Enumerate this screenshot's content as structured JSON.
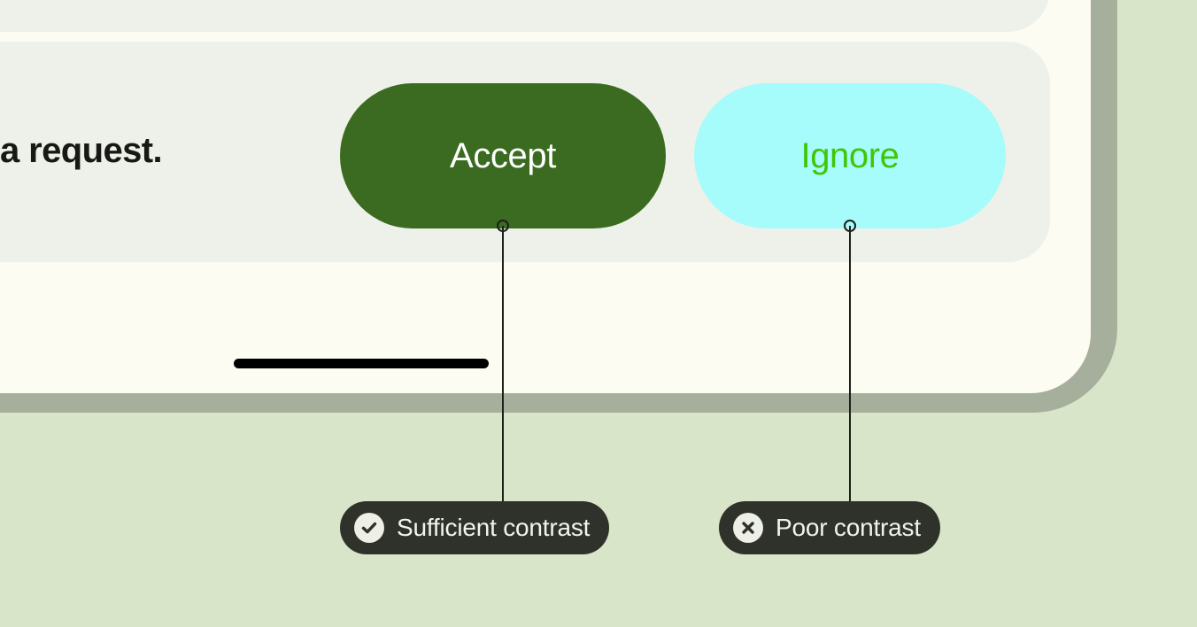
{
  "page": {
    "background_color": "#D9E5C8",
    "kind": "accessibility-contrast-annotation-diagram"
  },
  "device": {
    "bezel_color": "#A6AF9C",
    "screen_color": "#FCFCF3",
    "card_color": "#EEF1E9"
  },
  "screen": {
    "cards": [
      {
        "name": "partial-card-above",
        "label": ""
      },
      {
        "name": "notification-row-card",
        "label": ""
      }
    ],
    "row": {
      "text": "a request.",
      "text_color": "#171A14"
    },
    "buttons": [
      {
        "name": "accept",
        "label": "Accept",
        "background_color": "#3A6B20",
        "text_color": "#FFFFFF"
      },
      {
        "name": "ignore",
        "label": "Ignore",
        "background_color": "#A6FBFB",
        "text_color": "#3FC707"
      }
    ],
    "home_indicator": {
      "color": "#000000"
    }
  },
  "annotations": [
    {
      "name": "sufficient-contrast",
      "label": "Sufficient contrast",
      "icon": "check-circle-icon",
      "target": "Accept",
      "pill_color": "#2F322B",
      "text_color": "#F2F3EC",
      "icon_bg_color": "#EEEFE6"
    },
    {
      "name": "poor-contrast",
      "label": "Poor contrast",
      "icon": "x-circle-icon",
      "target": "Ignore",
      "pill_color": "#2F322B",
      "text_color": "#F2F3EC",
      "icon_bg_color": "#EEEFE6"
    }
  ]
}
